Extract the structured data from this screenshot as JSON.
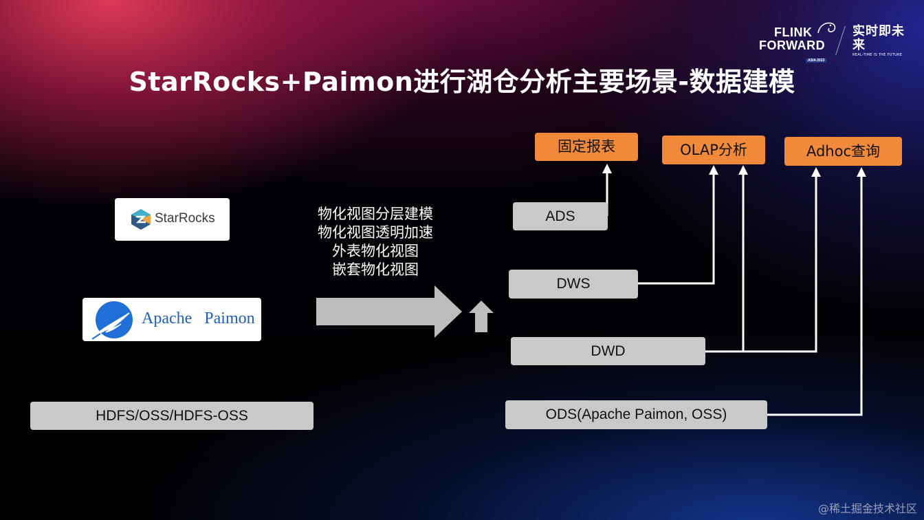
{
  "title": "StarRocks+Paimon进行湖仓分析主要场景-数据建模",
  "logo": {
    "flink_forward_line1": "FLINK",
    "flink_forward_line2": "FORWARD",
    "flink_forward_sub": "ASIA 2023",
    "cn_text": "实时即未来",
    "cn_sub": "REAL-TIME IS THE FUTURE"
  },
  "left_stack": {
    "starrocks_label": "StarRocks",
    "paimon_label": "Apache   Paimon",
    "storage_label": "HDFS/OSS/HDFS-OSS"
  },
  "features": [
    "物化视图分层建模",
    "物化视图透明加速",
    "外表物化视图",
    "嵌套物化视图"
  ],
  "layers": {
    "ads": "ADS",
    "dws": "DWS",
    "dwd": "DWD",
    "ods": "ODS(Apache Paimon, OSS)"
  },
  "apps": {
    "report": "固定报表",
    "olap": "OLAP分析",
    "adhoc": "Adhoc查询"
  },
  "colors": {
    "orange": "#f08a3a",
    "gray": "#c9c9c9",
    "arrow": "#bdbdbd",
    "starrocks_blue": "#2e5a86",
    "starrocks_teal": "#3fb0c8",
    "paimon_blue": "#1f6fd6"
  },
  "watermark": "@稀土掘金技术社区"
}
